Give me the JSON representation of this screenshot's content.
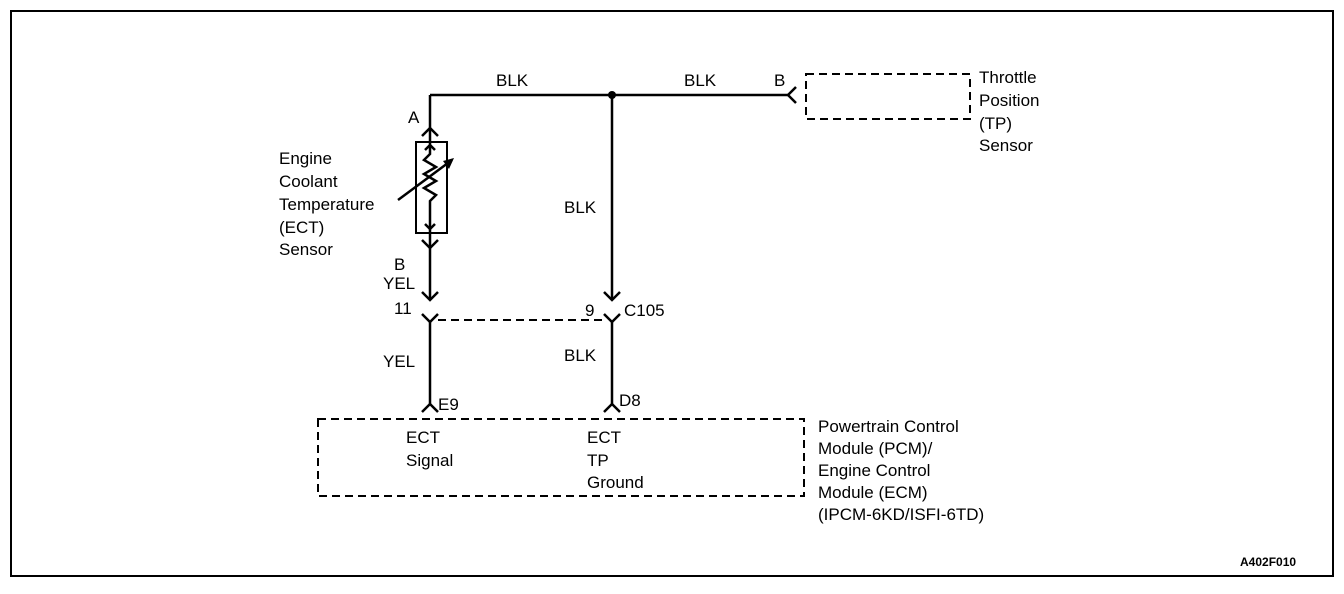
{
  "wires": {
    "top_left": "BLK",
    "top_right": "BLK",
    "center_vertical": "BLK",
    "ect_lower": "YEL",
    "ect_upper": "YEL",
    "ground_lower": "BLK"
  },
  "pins": {
    "ect_a": "A",
    "ect_b": "B",
    "tp_b": "B",
    "c105_11": "11",
    "c105_9": "9",
    "pcm_e9": "E9",
    "pcm_d8": "D8"
  },
  "connector": "C105",
  "ect_sensor": [
    "Engine",
    "Coolant",
    "Temperature",
    "(ECT)",
    "Sensor"
  ],
  "tp_sensor": [
    "Throttle",
    "Position",
    "(TP)",
    "Sensor"
  ],
  "pcm": {
    "signal": [
      "ECT",
      "Signal"
    ],
    "ground": [
      "ECT",
      "TP",
      "Ground"
    ],
    "module": [
      "Powertrain Control",
      "Module (PCM)/",
      "Engine Control",
      "Module (ECM)",
      "(IPCM-6KD/ISFI-6TD)"
    ]
  },
  "figure_id": "A402F010"
}
